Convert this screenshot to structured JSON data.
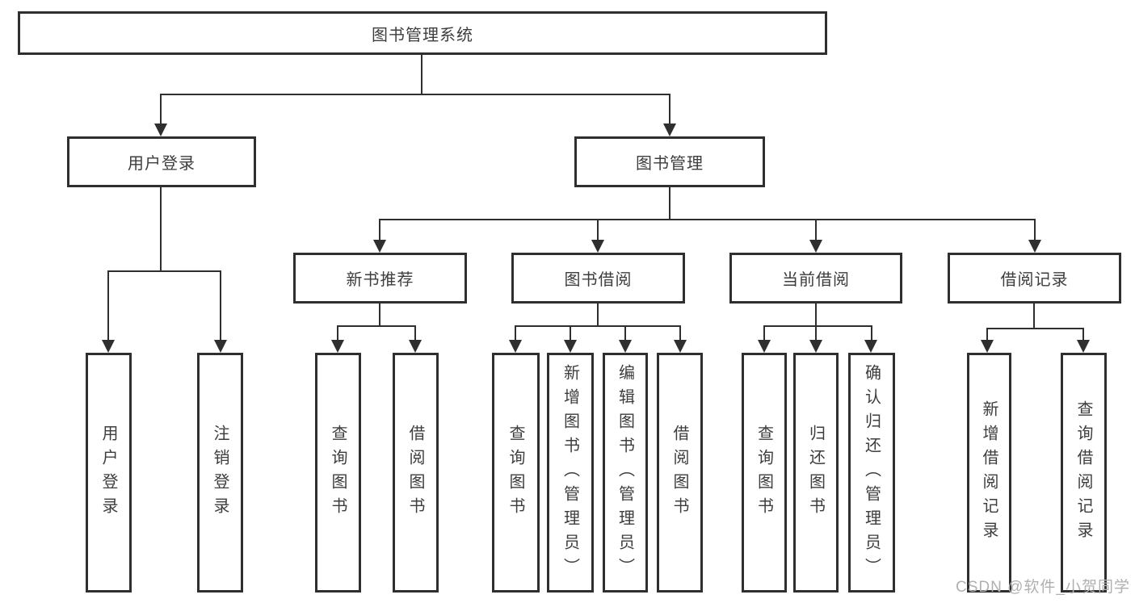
{
  "diagram": {
    "root": "图书管理系统",
    "branches": [
      {
        "label": "用户登录"
      },
      {
        "label": "图书管理"
      }
    ],
    "modules": [
      {
        "label": "新书推荐"
      },
      {
        "label": "图书借阅"
      },
      {
        "label": "当前借阅"
      },
      {
        "label": "借阅记录"
      }
    ],
    "leaves": [
      "用户登录",
      "注销登录",
      "查询图书",
      "借阅图书",
      "查询图书",
      "新增图书（管理员）",
      "编辑图书（管理员）",
      "借阅图书",
      "查询图书",
      "归还图书",
      "确认归还（管理员）",
      "新增借阅记录",
      "查询借阅记录"
    ],
    "line_color": "#2f2f2f"
  },
  "watermark": "CSDN @软件_小贺同学"
}
